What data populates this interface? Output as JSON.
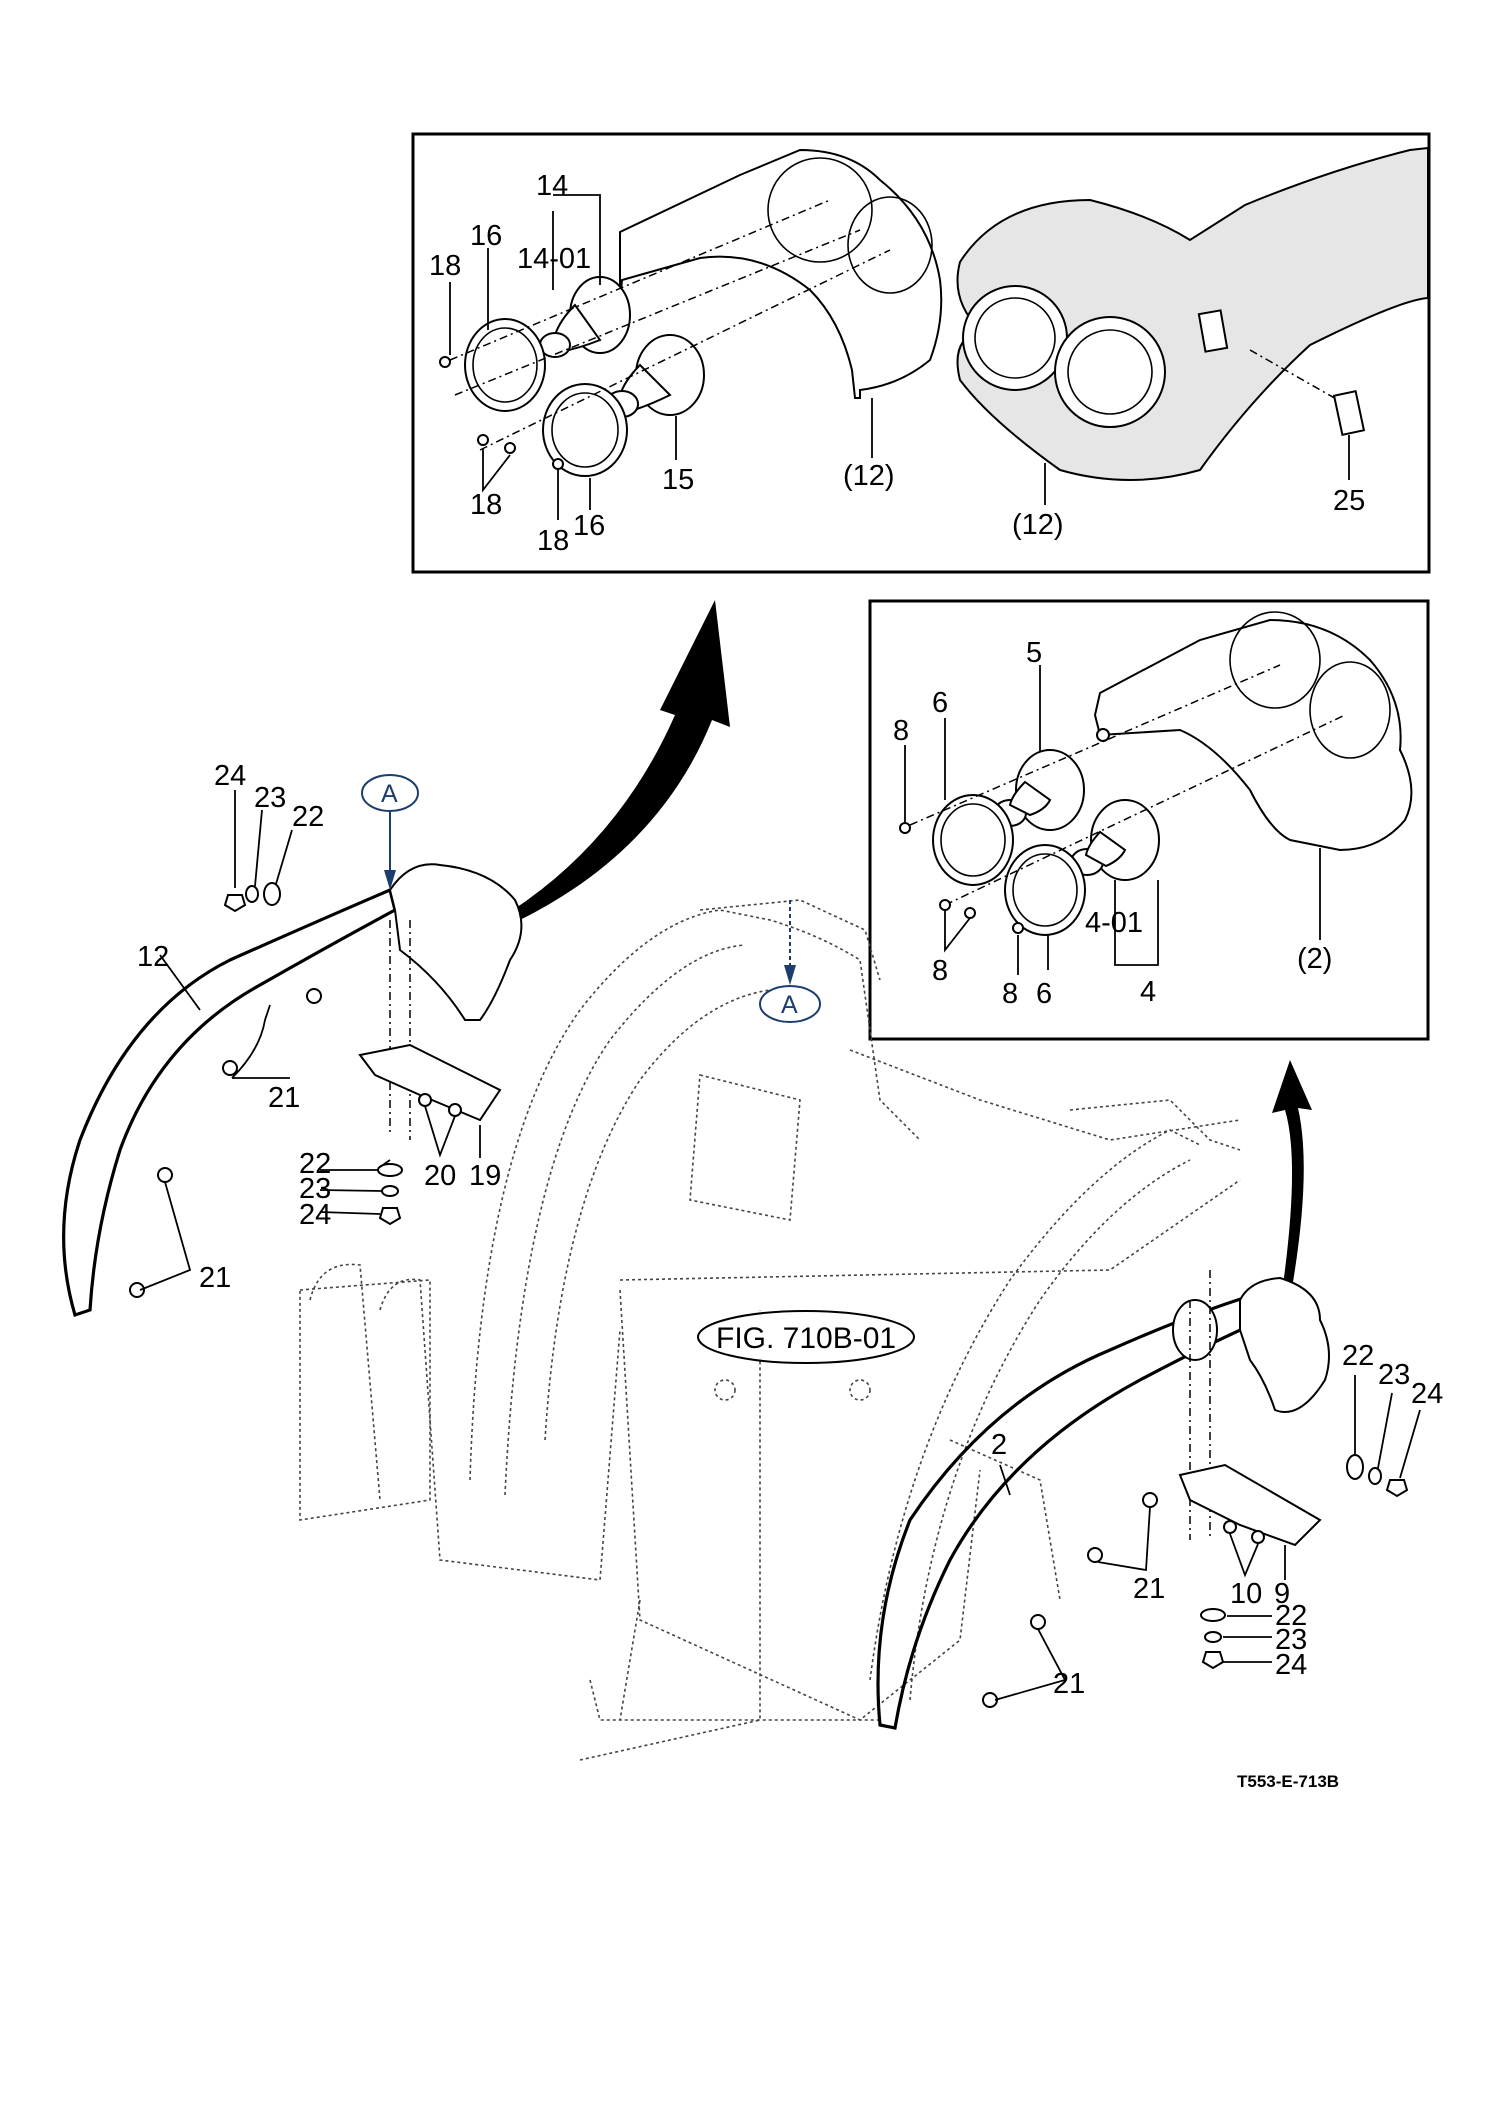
{
  "drawing_code": "T553-E-713B",
  "figure_reference": "FIG. 710B-01",
  "view_marker": "A",
  "detail_view_upper": {
    "labels": {
      "p14": "14",
      "p14_01": "14-01",
      "p16a": "16",
      "p18a": "18",
      "p18b": "18",
      "p18c": "18",
      "p16b": "16",
      "p15": "15",
      "p12a": "(12)",
      "p12b": "(12)",
      "p25": "25"
    }
  },
  "detail_view_lower": {
    "labels": {
      "p5": "5",
      "p6a": "6",
      "p8a": "8",
      "p8b": "8",
      "p8c": "8",
      "p6b": "6",
      "p4_01": "4-01",
      "p4": "4",
      "p2": "(2)"
    }
  },
  "left_fender": {
    "labels": {
      "p24a": "24",
      "p23a": "23",
      "p22a": "22",
      "p12": "12",
      "p21a": "21",
      "p22b": "22",
      "p23b": "23",
      "p24b": "24",
      "p20": "20",
      "p19": "19",
      "p21b": "21"
    }
  },
  "right_fender": {
    "labels": {
      "p22a": "22",
      "p23a": "23",
      "p24a": "24",
      "p2": "2",
      "p21a": "21",
      "p10": "10",
      "p9": "9",
      "p22b": "22",
      "p23b": "23",
      "p24b": "24",
      "p21b": "21"
    }
  }
}
